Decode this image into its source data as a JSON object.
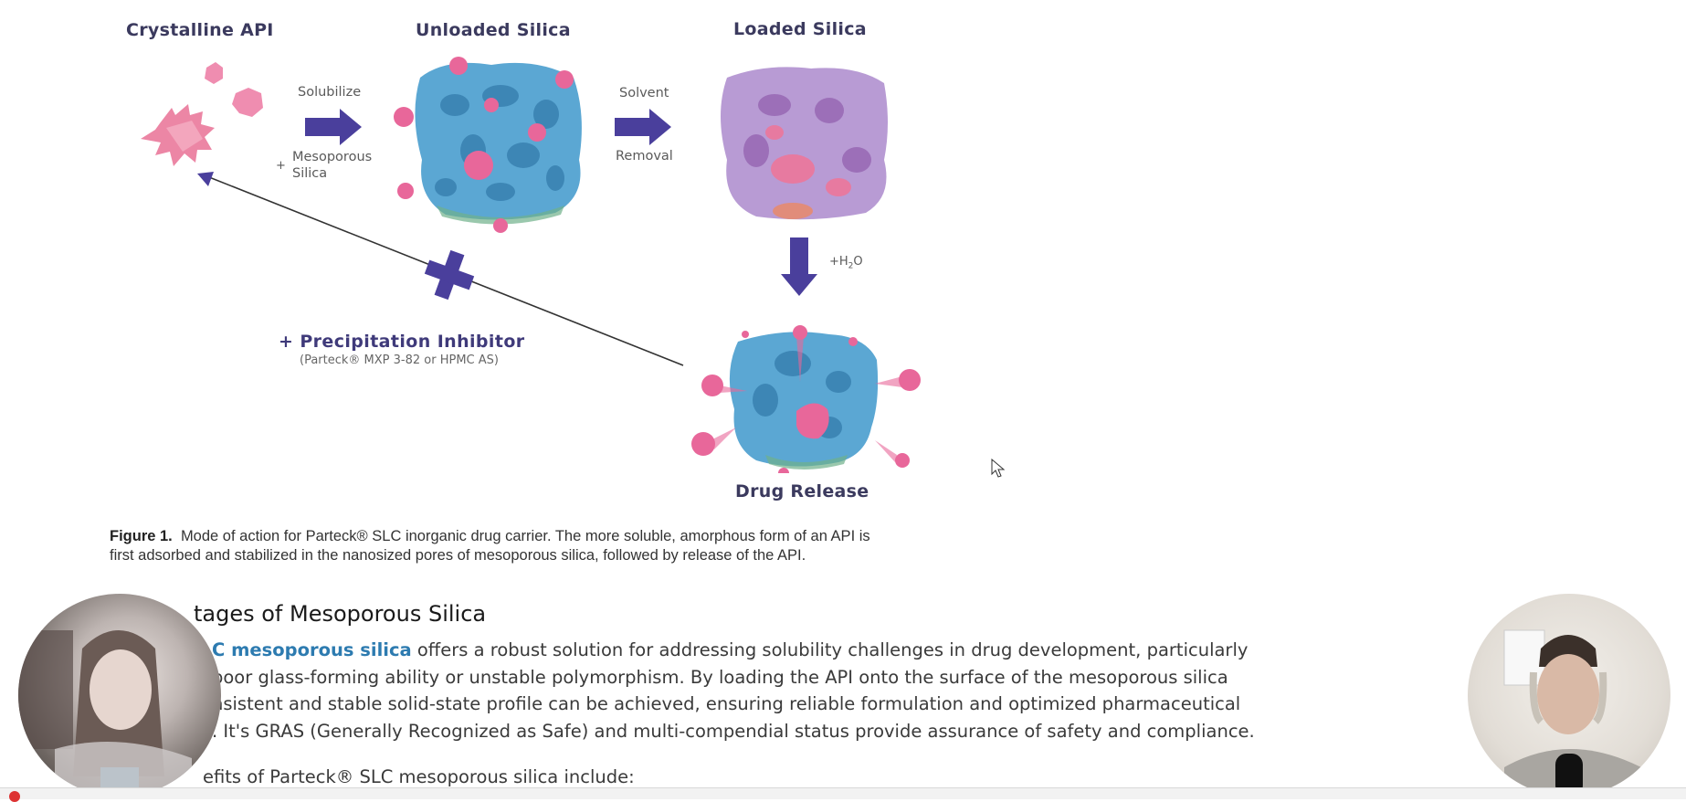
{
  "figure": {
    "titles": {
      "crystalline": "Crystalline API",
      "unloaded": "Unloaded Silica",
      "loaded": "Loaded Silica",
      "release": "Drug Release"
    },
    "step1": {
      "top": "Solubilize",
      "plus": "+",
      "bottom_line1": "Mesoporous",
      "bottom_line2": "Silica"
    },
    "step2": {
      "top": "Solvent",
      "bottom": "Removal"
    },
    "step3": {
      "label_prefix": "+H",
      "label_sub": "2",
      "label_suffix": "O"
    },
    "inhibitor": {
      "title": "+ Precipitation Inhibitor",
      "subtitle": "(Parteck® MXP 3-82 or HPMC AS)"
    },
    "colors": {
      "arrow": "#4a3f9c",
      "title": "#3b3a5e",
      "api_pink": "#e8769a",
      "silica_blue": "#5aa8d6",
      "loaded_purple": "#b796d2"
    }
  },
  "caption": {
    "label": "Figure 1.",
    "line1": "Mode of action for Parteck® SLC inorganic drug carrier. The more soluble, amorphous form of an API is",
    "line2": "first adsorbed and stabilized in the nanosized pores of mesoporous silica, followed by release of the API."
  },
  "section": {
    "heading": "tages of Mesoporous Silica",
    "para_link": "C mesoporous silica",
    "para_line1_rest": " offers a robust solution for addressing solubility challenges in drug development, particularly",
    "para_line2": "poor glass-forming ability or unstable polymorphism. By loading the API onto the surface of the mesoporous silica",
    "para_line3": "nsistent and stable solid-state profile can be achieved, ensuring reliable formulation and optimized pharmaceutical",
    "para_line4": ". It's GRAS (Generally Recognized as Safe) and multi-compendial status provide assurance of safety and compliance.",
    "benefits_intro": "efits of Parteck® SLC mesoporous silica include:"
  },
  "webcams": {
    "left": {
      "label": "presenter-woman"
    },
    "right": {
      "label": "presenter-man"
    }
  }
}
